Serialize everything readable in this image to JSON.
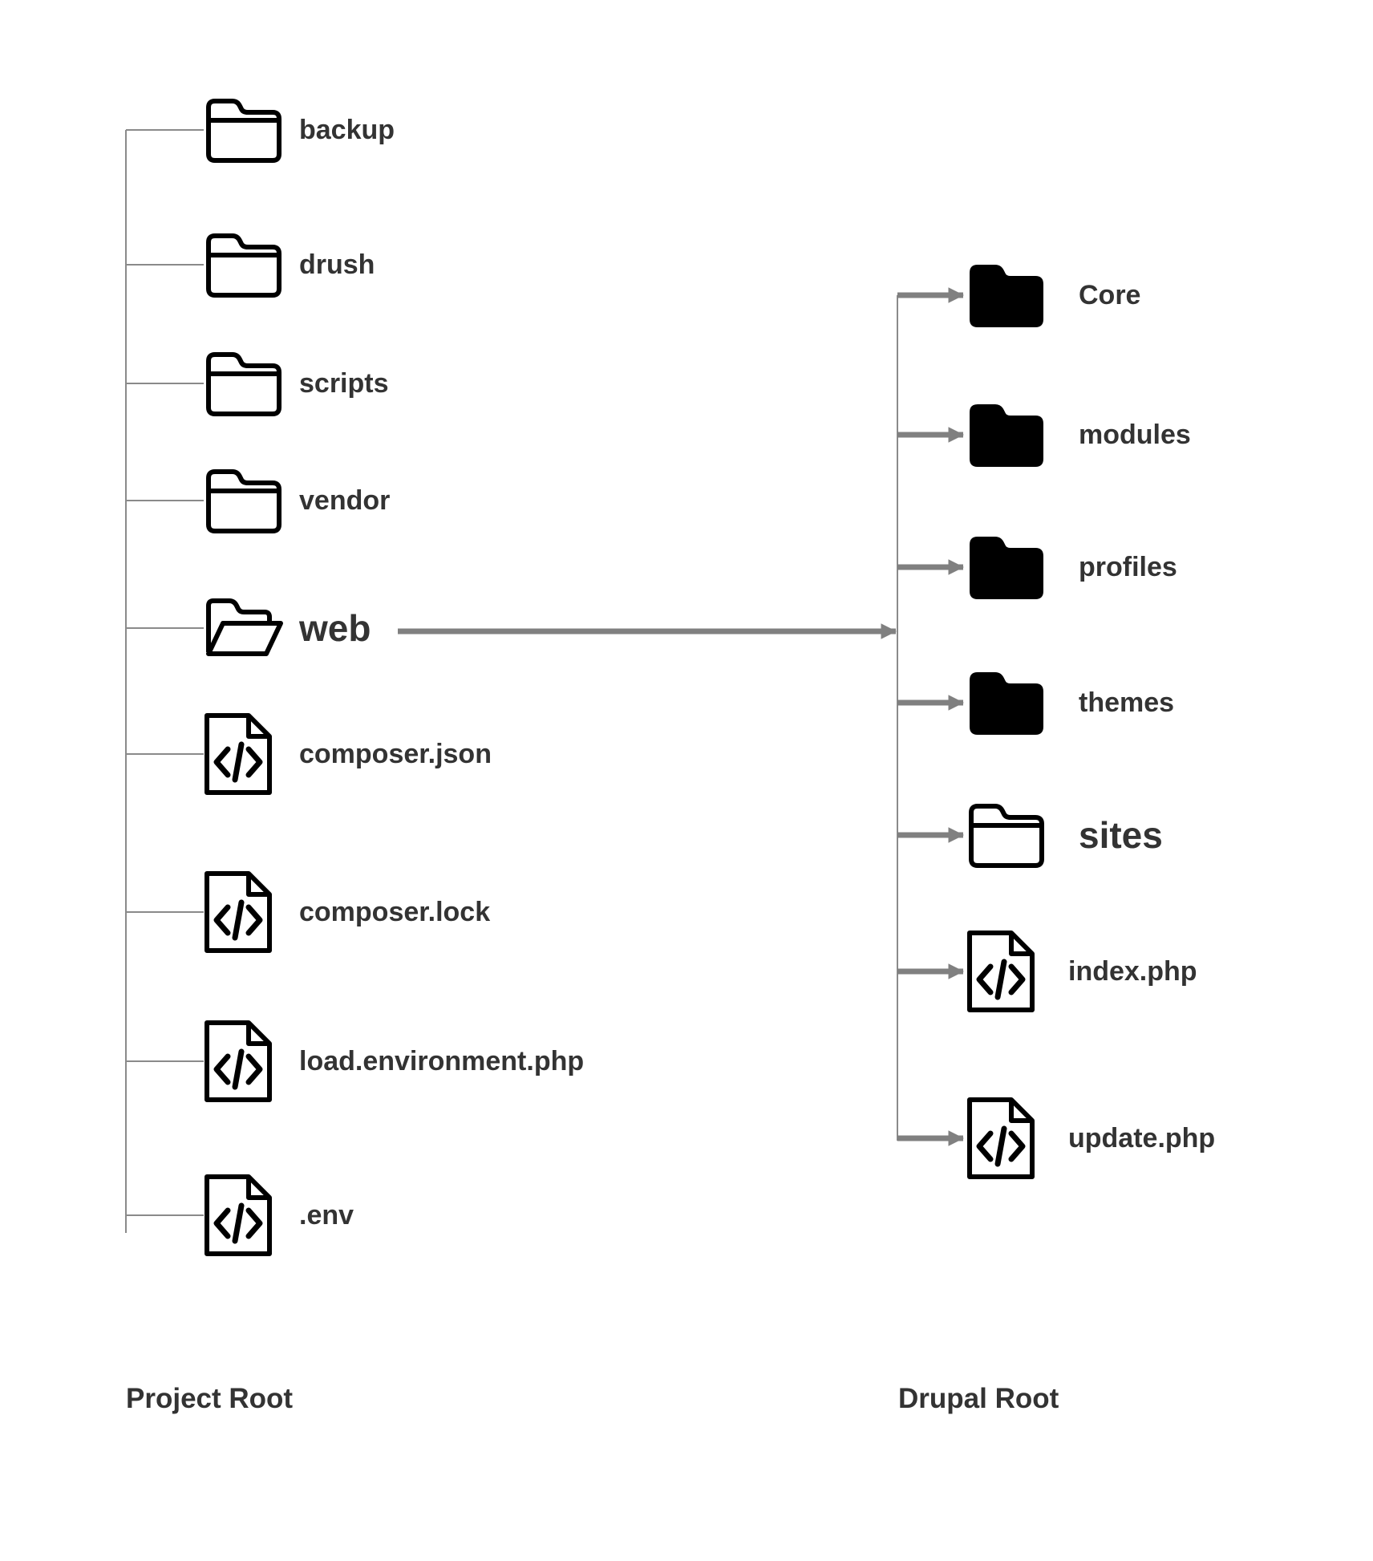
{
  "colors": {
    "text": "#333333",
    "tree_line": "#8a8a8a",
    "arrow": "#808080",
    "icon": "#000000"
  },
  "project_root": {
    "title": "Project Root",
    "items": [
      {
        "name": "backup",
        "icon": "folder-outline-icon"
      },
      {
        "name": "drush",
        "icon": "folder-outline-icon"
      },
      {
        "name": "scripts",
        "icon": "folder-outline-icon"
      },
      {
        "name": "vendor",
        "icon": "folder-outline-icon"
      },
      {
        "name": "web",
        "icon": "folder-open-icon"
      },
      {
        "name": "composer.json",
        "icon": "code-file-icon"
      },
      {
        "name": "composer.lock",
        "icon": "code-file-icon"
      },
      {
        "name": "load.environment.php",
        "icon": "code-file-icon"
      },
      {
        "name": ".env",
        "icon": "code-file-icon"
      }
    ]
  },
  "drupal_root": {
    "title": "Drupal Root",
    "items": [
      {
        "name": "Core",
        "icon": "folder-filled-icon"
      },
      {
        "name": "modules",
        "icon": "folder-filled-icon"
      },
      {
        "name": "profiles",
        "icon": "folder-filled-icon"
      },
      {
        "name": "themes",
        "icon": "folder-filled-icon"
      },
      {
        "name": "sites",
        "icon": "folder-outline-icon"
      },
      {
        "name": "index.php",
        "icon": "code-file-icon"
      },
      {
        "name": "update.php",
        "icon": "code-file-icon"
      }
    ]
  }
}
